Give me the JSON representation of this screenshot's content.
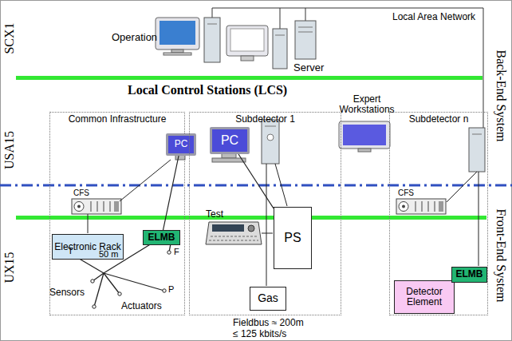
{
  "diagram": {
    "nodes": [
      {
        "text": [
          "Common Infrastructure"
        ]
      },
      {
        "text": [
          "PC"
        ],
        "in": 0
      },
      {
        "text": [
          "Electronic Rack"
        ],
        "in": 0
      },
      {
        "text": [
          "ELMB"
        ],
        "in": 0
      },
      {
        "text": [
          "Subdetector 1"
        ]
      },
      {
        "text": [
          "PC"
        ],
        "in": 4
      },
      {
        "text": [
          "PS"
        ],
        "in": 4
      },
      {
        "text": [
          "Gas"
        ],
        "in": 4
      },
      {
        "text": [
          "Subdetector n"
        ]
      },
      {
        "text": [
          "Detector Element"
        ],
        "in": 8
      },
      {
        "text": [
          "ELMB"
        ],
        "in": 8
      }
    ],
    "edges": [
      {
        "from": 1,
        "to": 3,
        "arrow": "none"
      },
      {
        "from": 5,
        "to": 6,
        "arrow": "none"
      }
    ],
    "labels": [
      "SCX1",
      "USA15",
      "UX15",
      "Back-End System",
      "Front-End System",
      "Local Area Network",
      "Operation",
      "Server",
      "Local Control Stations (LCS)",
      "Expert Workstations",
      "CFS",
      "CFS",
      "50 m",
      "T",
      "F",
      "P",
      "Sensors",
      "Actuators",
      "Test",
      "Fieldbus ≈ 200m",
      "≤ 125 kbits/s"
    ]
  }
}
